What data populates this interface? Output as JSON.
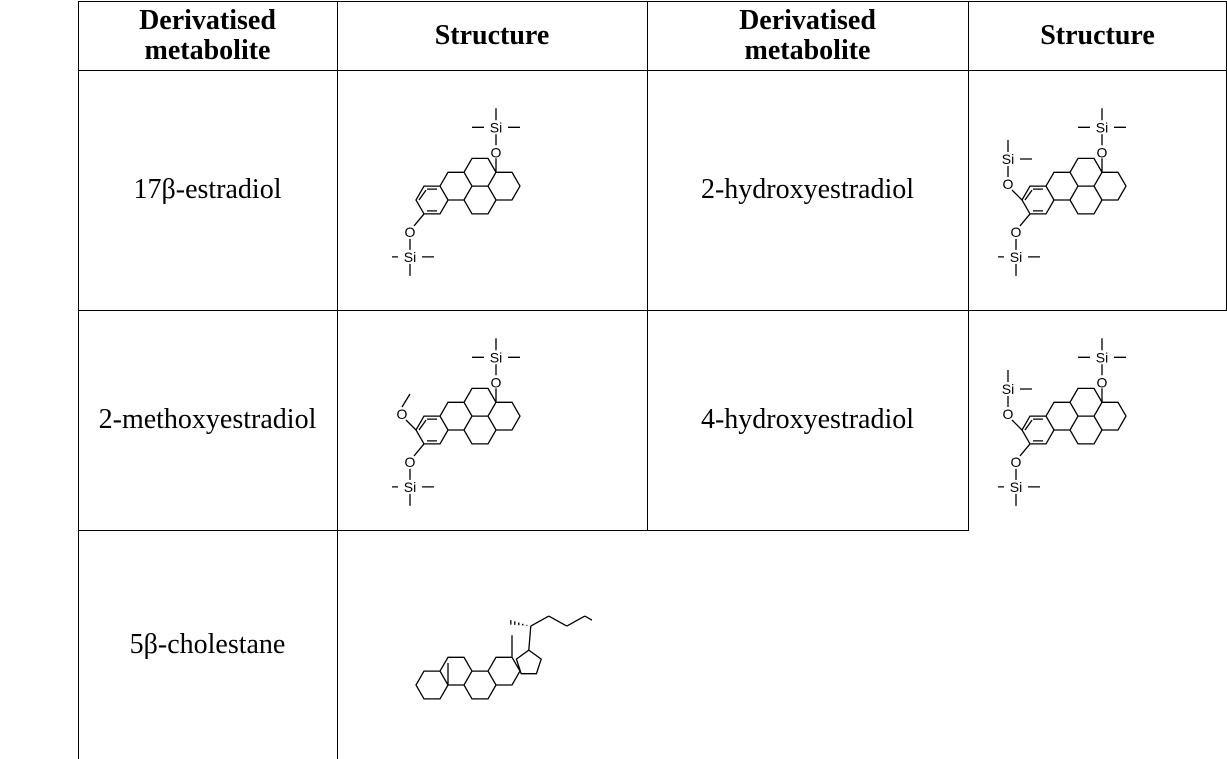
{
  "table": {
    "headers": [
      "Derivatised metabolite",
      "Structure",
      "Derivatised metabolite",
      "Structure"
    ],
    "rows": [
      [
        {
          "name": "17β-estradiol",
          "structure": "estradiol-bis-tms"
        },
        {
          "name": "2-hydroxyestradiol",
          "structure": "catechol-tris-tms"
        }
      ],
      [
        {
          "name": "2-methoxyestradiol",
          "structure": "methoxy-bis-tms"
        },
        {
          "name": "4-hydroxyestradiol",
          "structure": "catechol-tris-tms"
        }
      ],
      [
        {
          "name": "5β-cholestane",
          "structure": "cholestane"
        }
      ]
    ],
    "atom_labels": {
      "si": "Si",
      "o": "O"
    }
  }
}
